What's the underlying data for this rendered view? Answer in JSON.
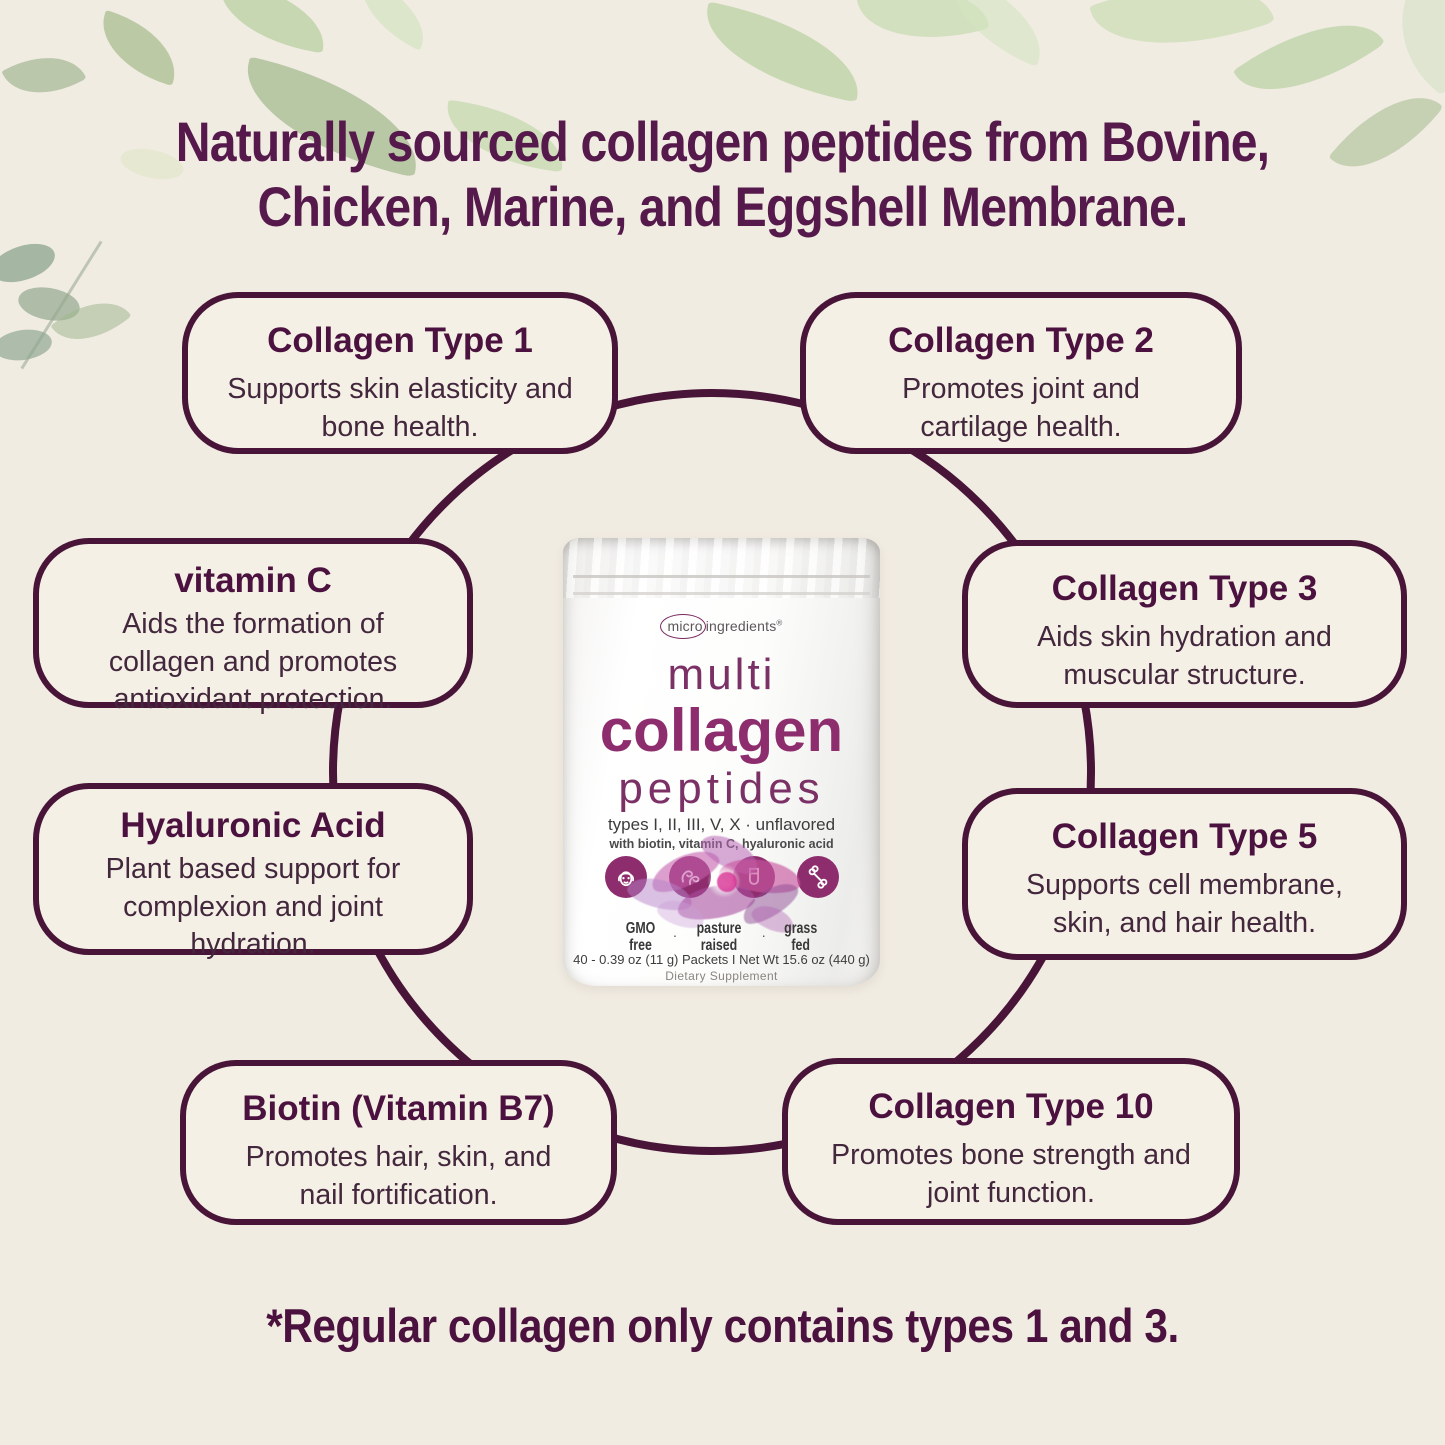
{
  "heading": {
    "line1": "Naturally sourced collagen peptides from Bovine,",
    "line2": "Chicken, Marine, and Eggshell Membrane."
  },
  "footnote": "*Regular collagen only contains types 1 and 3.",
  "callouts": [
    {
      "title": "Collagen Type 1",
      "body": "Supports skin elasticity and bone health."
    },
    {
      "title": "Collagen Type 2",
      "body": "Promotes joint and cartilage health."
    },
    {
      "title": "vitamin C",
      "body": "Aids the formation of collagen and promotes antioxidant protection."
    },
    {
      "title": "Collagen Type 3",
      "body": "Aids skin hydration and muscular structure."
    },
    {
      "title": "Hyaluronic Acid",
      "body": "Plant based support for complexion and joint hydration."
    },
    {
      "title": "Collagen Type 5",
      "body": "Supports cell membrane, skin, and hair health."
    },
    {
      "title": "Biotin (Vitamin B7)",
      "body": "Promotes hair, skin, and nail fortification."
    },
    {
      "title": "Collagen Type 10",
      "body": "Promotes bone strength and joint function."
    }
  ],
  "product": {
    "brand_micro": "micro",
    "brand_rest": "ingredients",
    "brand_mark": "®",
    "title_line1": "multi",
    "title_line2": "collagen",
    "title_line3": "peptides",
    "types_line": "types I, II, III, V, X · unflavored",
    "with_line": "with biotin, vitamin C, hyaluronic acid",
    "icons": [
      "skin-face-icon",
      "hair-icon",
      "nail-icon",
      "joint-icon"
    ],
    "badges": [
      {
        "line1": "GMO",
        "line2": "free"
      },
      {
        "line1": "pasture",
        "line2": "raised"
      },
      {
        "line1": "grass",
        "line2": "fed"
      }
    ],
    "badge_separator": "·",
    "net_line": "40 - 0.39 oz (11 g) Packets I Net Wt 15.6 oz (440 g)",
    "supplement_line": "Dietary Supplement"
  },
  "colors": {
    "background": "#f1ece2",
    "box_fill": "#f5f0e6",
    "ring_and_border": "#481539",
    "title_ink": "#4c123f",
    "body_ink": "#43273c",
    "heading_ink": "#551a4b",
    "brand_magenta": "#8e2d6d",
    "brand_magenta_light": "#7c3166",
    "leaf_green": "#aec99b",
    "leaf_sage": "#8ba48e",
    "flower_pink": "#c0519f"
  }
}
